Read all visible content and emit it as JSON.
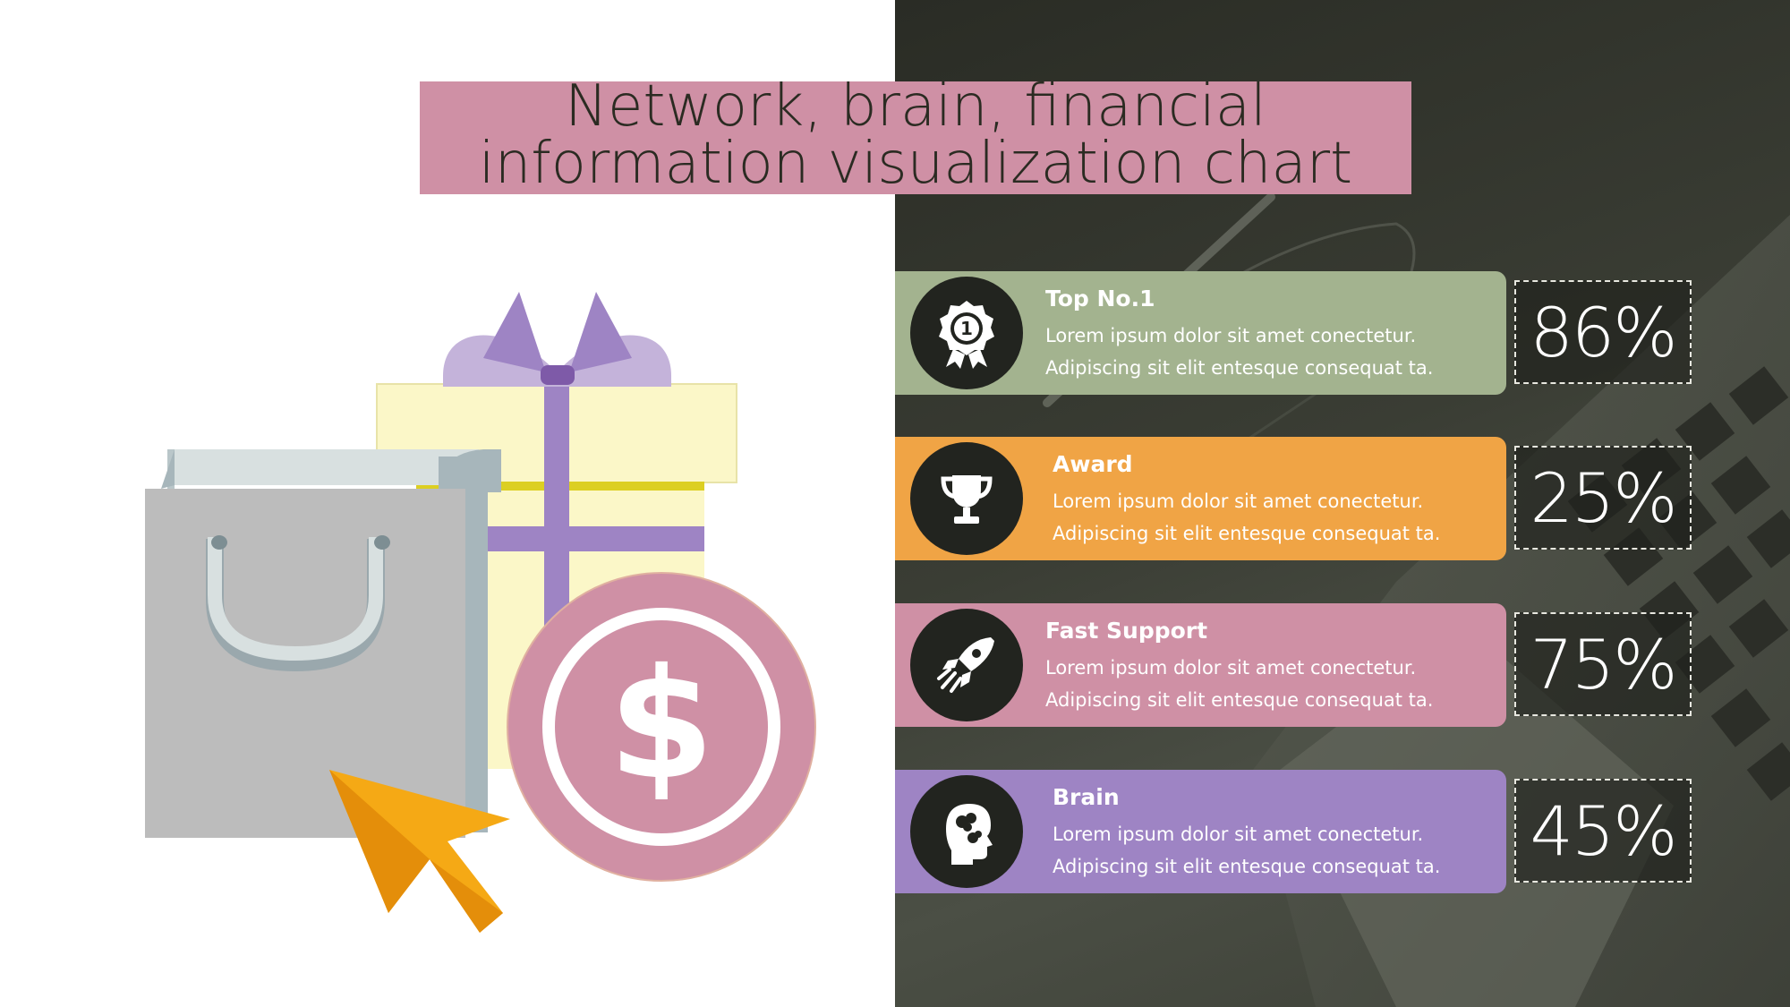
{
  "title": "Network, brain, financial\ninformation visualization chart",
  "colors": {
    "title_bg": "#cf90a5",
    "green": "#a3b38f",
    "orange": "#f0a445",
    "pink": "#cf90a5",
    "purple": "#9e84c4",
    "dark": "#22241f"
  },
  "items": [
    {
      "heading": "Top No.1",
      "body": "Lorem ipsum dolor sit amet conectetur. Adipiscing sit elit entesque consequat ta.",
      "value": "86%",
      "icon": "award-ribbon-icon"
    },
    {
      "heading": "Award",
      "body": "Lorem ipsum dolor sit amet conectetur. Adipiscing sit elit entesque consequat ta.",
      "value": "25%",
      "icon": "trophy-icon"
    },
    {
      "heading": "Fast Support",
      "body": "Lorem ipsum dolor sit amet conectetur. Adipiscing sit elit entesque consequat ta.",
      "value": "75%",
      "icon": "rocket-icon"
    },
    {
      "heading": "Brain",
      "body": "Lorem ipsum dolor sit amet conectetur. Adipiscing sit elit entesque consequat ta.",
      "value": "45%",
      "icon": "brain-head-icon"
    }
  ],
  "illustration": {
    "icons": [
      "shopping-bag-icon",
      "gift-box-icon",
      "dollar-coin-icon",
      "cursor-arrow-icon"
    ]
  }
}
